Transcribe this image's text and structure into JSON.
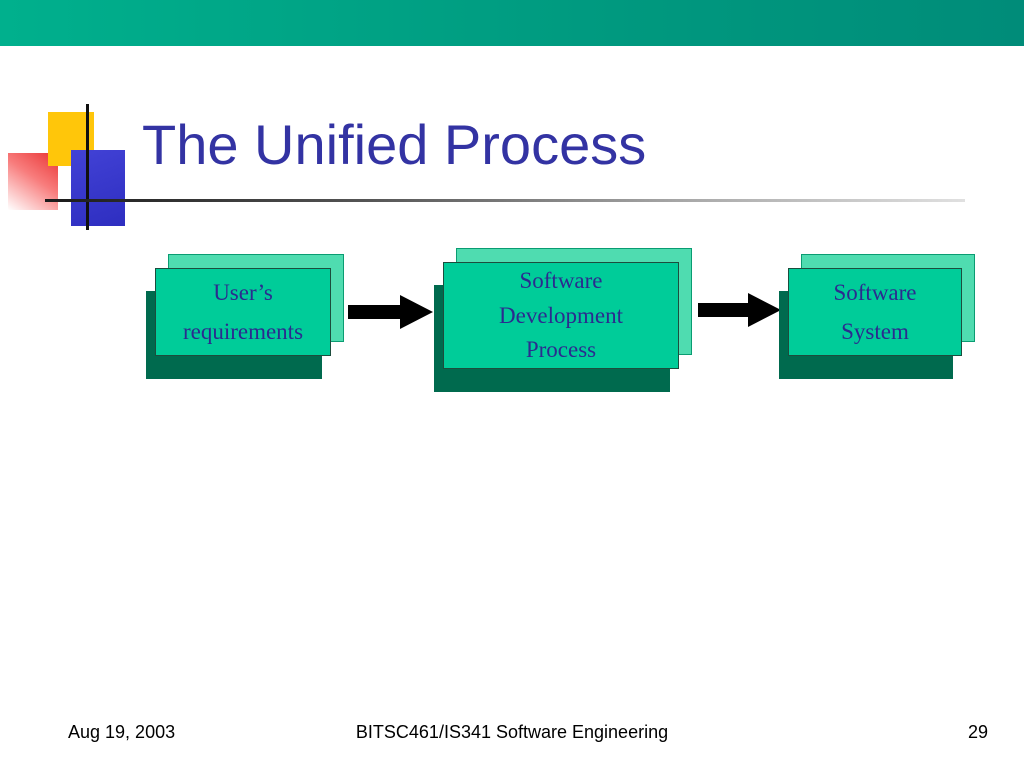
{
  "title": {
    "text": "The Unified Process",
    "color": "#3333a3"
  },
  "top_bar": {
    "color": "#00a188"
  },
  "diagram": {
    "boxes": [
      {
        "name": "users-requirements",
        "lines": [
          "User’s",
          "requirements"
        ]
      },
      {
        "name": "software-development-process",
        "lines": [
          "Software",
          "Development",
          "Process"
        ]
      },
      {
        "name": "software-system",
        "lines": [
          "Software",
          "System"
        ]
      }
    ],
    "box_fill": "#00cc99",
    "box_back_fill": "#4fdcb0",
    "box_shadow_fill": "#006a4e",
    "box_text_color": "#2b2b8f",
    "arrow_color": "#000000"
  },
  "footer": {
    "date": "Aug 19, 2003",
    "course": "BITSC461/IS341 Software Engineering",
    "page_number": "29"
  }
}
